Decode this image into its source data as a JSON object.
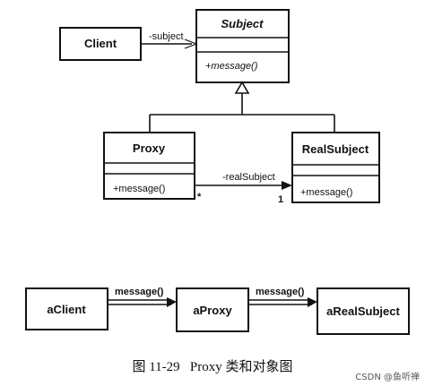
{
  "class_diagram": {
    "client": {
      "name": "Client"
    },
    "subject": {
      "name": "Subject",
      "operation": "+message()"
    },
    "proxy": {
      "name": "Proxy",
      "operation": "+message()"
    },
    "real_subject": {
      "name": "RealSubject",
      "operation": "+message()"
    },
    "client_subject_role": "-subject",
    "proxy_realsubject_role": "-realSubject",
    "multiplicity_proxy": "*",
    "multiplicity_real": "1"
  },
  "object_diagram": {
    "objects": [
      "aClient",
      "aProxy",
      "aRealSubject"
    ],
    "messages": [
      "message()",
      "message()"
    ]
  },
  "caption": "图 11-29   Proxy 类和对象图",
  "watermark": "CSDN @鱼听禅"
}
